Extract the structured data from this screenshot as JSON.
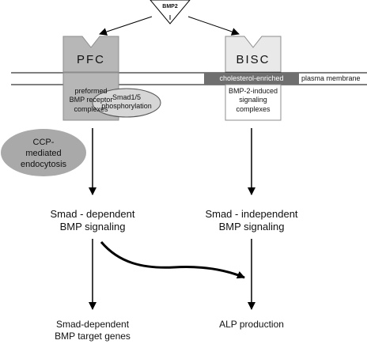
{
  "ligand": {
    "label": "BMP2"
  },
  "left_receptor": {
    "label": "PFC",
    "box_caption": [
      "preformed",
      "BMP receptor",
      "complexes"
    ]
  },
  "right_receptor": {
    "label": "BISC",
    "box_caption": [
      "BMP-2-induced",
      "signaling",
      "complexes"
    ]
  },
  "membrane": {
    "raft_label": "cholesterol-enriched",
    "label": "plasma membrane"
  },
  "smad_phosphorylation": [
    "Smad1/5",
    "phosphorylation"
  ],
  "endocytosis": [
    "CCP-",
    "mediated",
    "endocytosis"
  ],
  "left_signaling": [
    "Smad - dependent",
    "BMP signaling"
  ],
  "right_signaling": [
    "Smad - independent",
    "BMP signaling"
  ],
  "left_outcome": [
    "Smad-dependent",
    "BMP target genes"
  ],
  "right_outcome": [
    "ALP production"
  ],
  "colors": {
    "receptor_grey": "#b7b7b7",
    "receptor_light": "#e9e9e9",
    "raft_dark": "#6f6f6f",
    "ellipse_grey": "#a9a9a9",
    "ellipse_light": "#d6d6d6"
  }
}
